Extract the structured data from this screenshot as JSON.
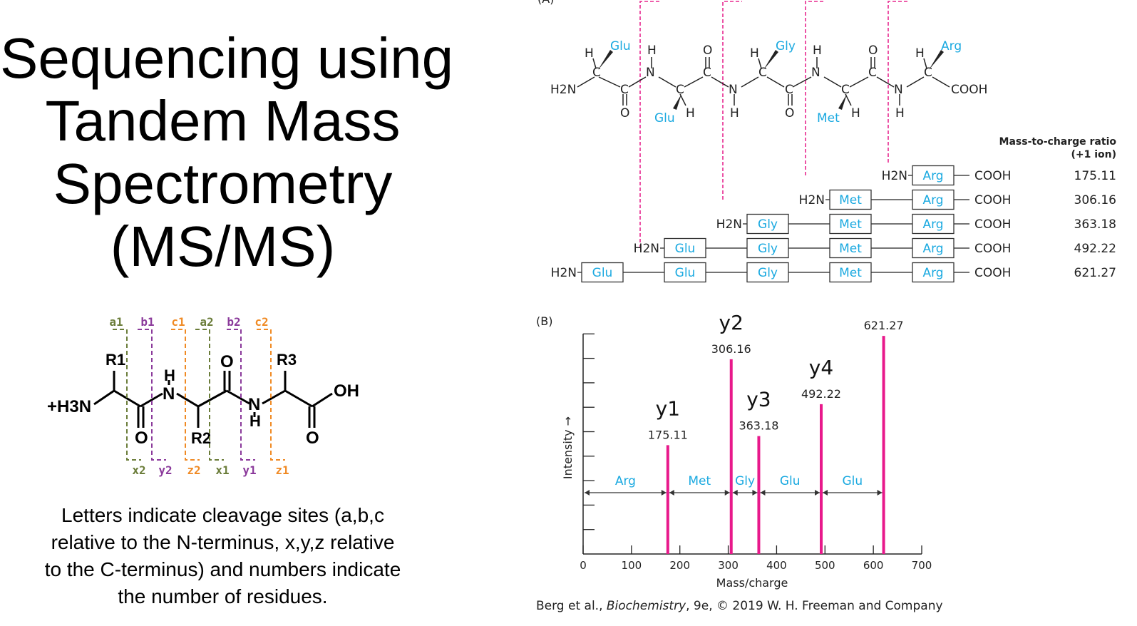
{
  "title_lines": [
    "Sequencing using",
    "Tandem Mass",
    "Spectrometry",
    "(MS/MS)"
  ],
  "caption_lines": [
    "Letters indicate cleavage sites (a,b,c",
    "relative to the N-terminus, x,y,z relative",
    "to the C-terminus) and numbers indicate",
    "the number of residues."
  ],
  "small_diagram": {
    "top_labels": [
      "a1",
      "b1",
      "c1",
      "a2",
      "b2",
      "c2"
    ],
    "bottom_labels": [
      "x2",
      "y2",
      "z2",
      "x1",
      "y1",
      "z1"
    ],
    "atoms": {
      "n_term": "+H3N",
      "nh": "H",
      "n": "N",
      "o": "O",
      "oh": "OH",
      "r1": "R1",
      "r2": "R2",
      "r3": "R3"
    },
    "colors": {
      "a": "#6b7d3a",
      "b": "#8b3a9b",
      "c": "#f08a24"
    }
  },
  "panel_a": {
    "label": "(A)",
    "peptide_residues_top": [
      "Glu",
      "Gly",
      "Arg"
    ],
    "peptide_residues_bottom": [
      "Glu",
      "Met"
    ],
    "h2n": "H2N",
    "cooh": "COOH",
    "ratio_header_line1": "Mass-to-charge ratio",
    "ratio_header_line2": "(+1 ion)",
    "fragments": [
      {
        "residues": [
          "Arg"
        ],
        "mass": "175.11"
      },
      {
        "residues": [
          "Met",
          "Arg"
        ],
        "mass": "306.16"
      },
      {
        "residues": [
          "Gly",
          "Met",
          "Arg"
        ],
        "mass": "363.18"
      },
      {
        "residues": [
          "Glu",
          "Gly",
          "Met",
          "Arg"
        ],
        "mass": "492.22"
      },
      {
        "residues": [
          "Glu",
          "Glu",
          "Gly",
          "Met",
          "Arg"
        ],
        "mass": "621.27"
      }
    ],
    "residue_color": "#1aa9e0",
    "cleavage_color": "#e8288f"
  },
  "panel_b": {
    "label": "(B)",
    "chart_data": {
      "type": "bar",
      "xlabel": "Mass/charge",
      "ylabel": "Intensity →",
      "xlim": [
        0,
        700
      ],
      "x_ticks": [
        "0",
        "100",
        "200",
        "300",
        "400",
        "500",
        "600",
        "700"
      ],
      "peaks": [
        {
          "x": 175.11,
          "rel_height": 0.494,
          "value_label": "175.11",
          "ion_label": "y1"
        },
        {
          "x": 306.16,
          "rel_height": 0.884,
          "value_label": "306.16",
          "ion_label": "y2"
        },
        {
          "x": 363.18,
          "rel_height": 0.535,
          "value_label": "363.18",
          "ion_label": "y3"
        },
        {
          "x": 492.22,
          "rel_height": 0.68,
          "value_label": "492.22",
          "ion_label": "y4"
        },
        {
          "x": 621.27,
          "rel_height": 0.99,
          "value_label": "621.27",
          "ion_label": ""
        }
      ],
      "gaps": [
        {
          "from": 0,
          "to": 175.11,
          "label": "Arg"
        },
        {
          "from": 175.11,
          "to": 306.16,
          "label": "Met"
        },
        {
          "from": 306.16,
          "to": 363.18,
          "label": "Gly"
        },
        {
          "from": 363.18,
          "to": 492.22,
          "label": "Glu"
        },
        {
          "from": 492.22,
          "to": 621.27,
          "label": "Glu"
        }
      ],
      "peak_color": "#e8198b"
    }
  },
  "credit": {
    "authors": "Berg et al., ",
    "book": "Biochemistry",
    "rest": ", 9e, © 2019 W. H. Freeman and Company"
  }
}
